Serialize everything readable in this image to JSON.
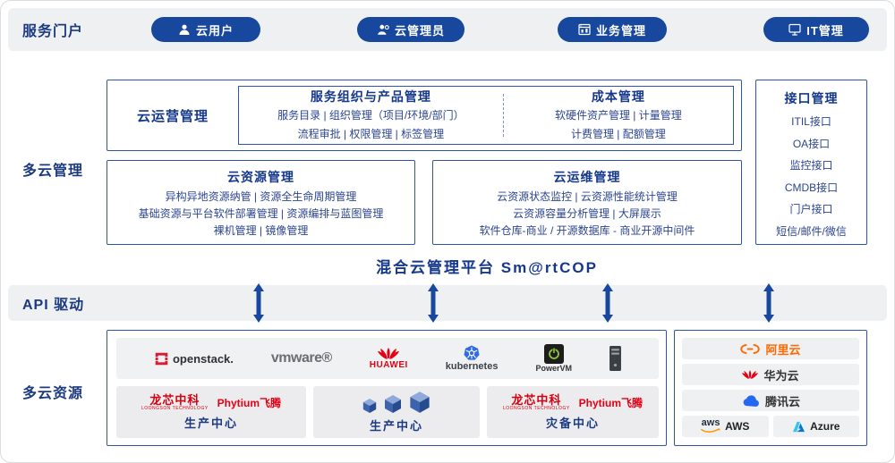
{
  "portal": {
    "label": "服务门户",
    "buttons": [
      {
        "label": "云用户"
      },
      {
        "label": "云管理员"
      },
      {
        "label": "业务管理"
      },
      {
        "label": "IT管理"
      }
    ]
  },
  "management": {
    "label": "多云管理",
    "operation": {
      "title": "云运营管理",
      "service_org": {
        "title": "服务组织与产品管理",
        "line1": "服务目录 | 组织管理（项目/环境/部门）",
        "line2": "流程审批 | 权限管理 | 标签管理"
      },
      "cost": {
        "title": "成本管理",
        "line1": "软硬件资产管理 | 计量管理",
        "line2": "计费管理 | 配额管理"
      }
    },
    "resource": {
      "title": "云资源管理",
      "line1": "异构异地资源纳管 | 资源全生命周期管理",
      "line2": "基础资源与平台软件部署管理 | 资源编排与蓝图管理",
      "line3": "裸机管理 | 镜像管理"
    },
    "ops": {
      "title": "云运维管理",
      "line1": "云资源状态监控 | 云资源性能统计管理",
      "line2": "云资源容量分析管理 | 大屏展示",
      "line3": "软件仓库-商业 / 开源数据库 - 商业开源中间件"
    },
    "interfaces": {
      "title": "接口管理",
      "items": [
        "ITIL接口",
        "OA接口",
        "监控接口",
        "CMDB接口",
        "门户接口",
        "短信/邮件/微信"
      ]
    },
    "platform_title": "混合云管理平台 Sm@rtCOP"
  },
  "api": {
    "label": "API 驱动"
  },
  "resources": {
    "label": "多云资源",
    "logos": {
      "openstack": "openstack.",
      "vmware": "vmware®",
      "huawei": "HUAWEI",
      "kubernetes": "kubernetes",
      "powervm": "PowerVM",
      "aws": "aws"
    },
    "vendors": {
      "loongson": "龙芯中科",
      "loongson_sub": "LOONGSON TECHNOLOGY",
      "phytium": "Phytium飞腾"
    },
    "centers": [
      {
        "name": "生产中心"
      },
      {
        "name": "生产中心"
      },
      {
        "name": "灾备中心"
      }
    ],
    "clouds": [
      {
        "name": "阿里云"
      },
      {
        "name": "华为云"
      },
      {
        "name": "腾讯云"
      },
      {
        "name": "AWS"
      },
      {
        "name": "Azure"
      }
    ]
  },
  "colors": {
    "navy": "#1c3a80",
    "button_blue": "#17489d",
    "border_blue": "#2e55a5",
    "band_gray": "#eef0f2",
    "brand_red": "#e60012",
    "brand_orange": "#ff6a00"
  }
}
